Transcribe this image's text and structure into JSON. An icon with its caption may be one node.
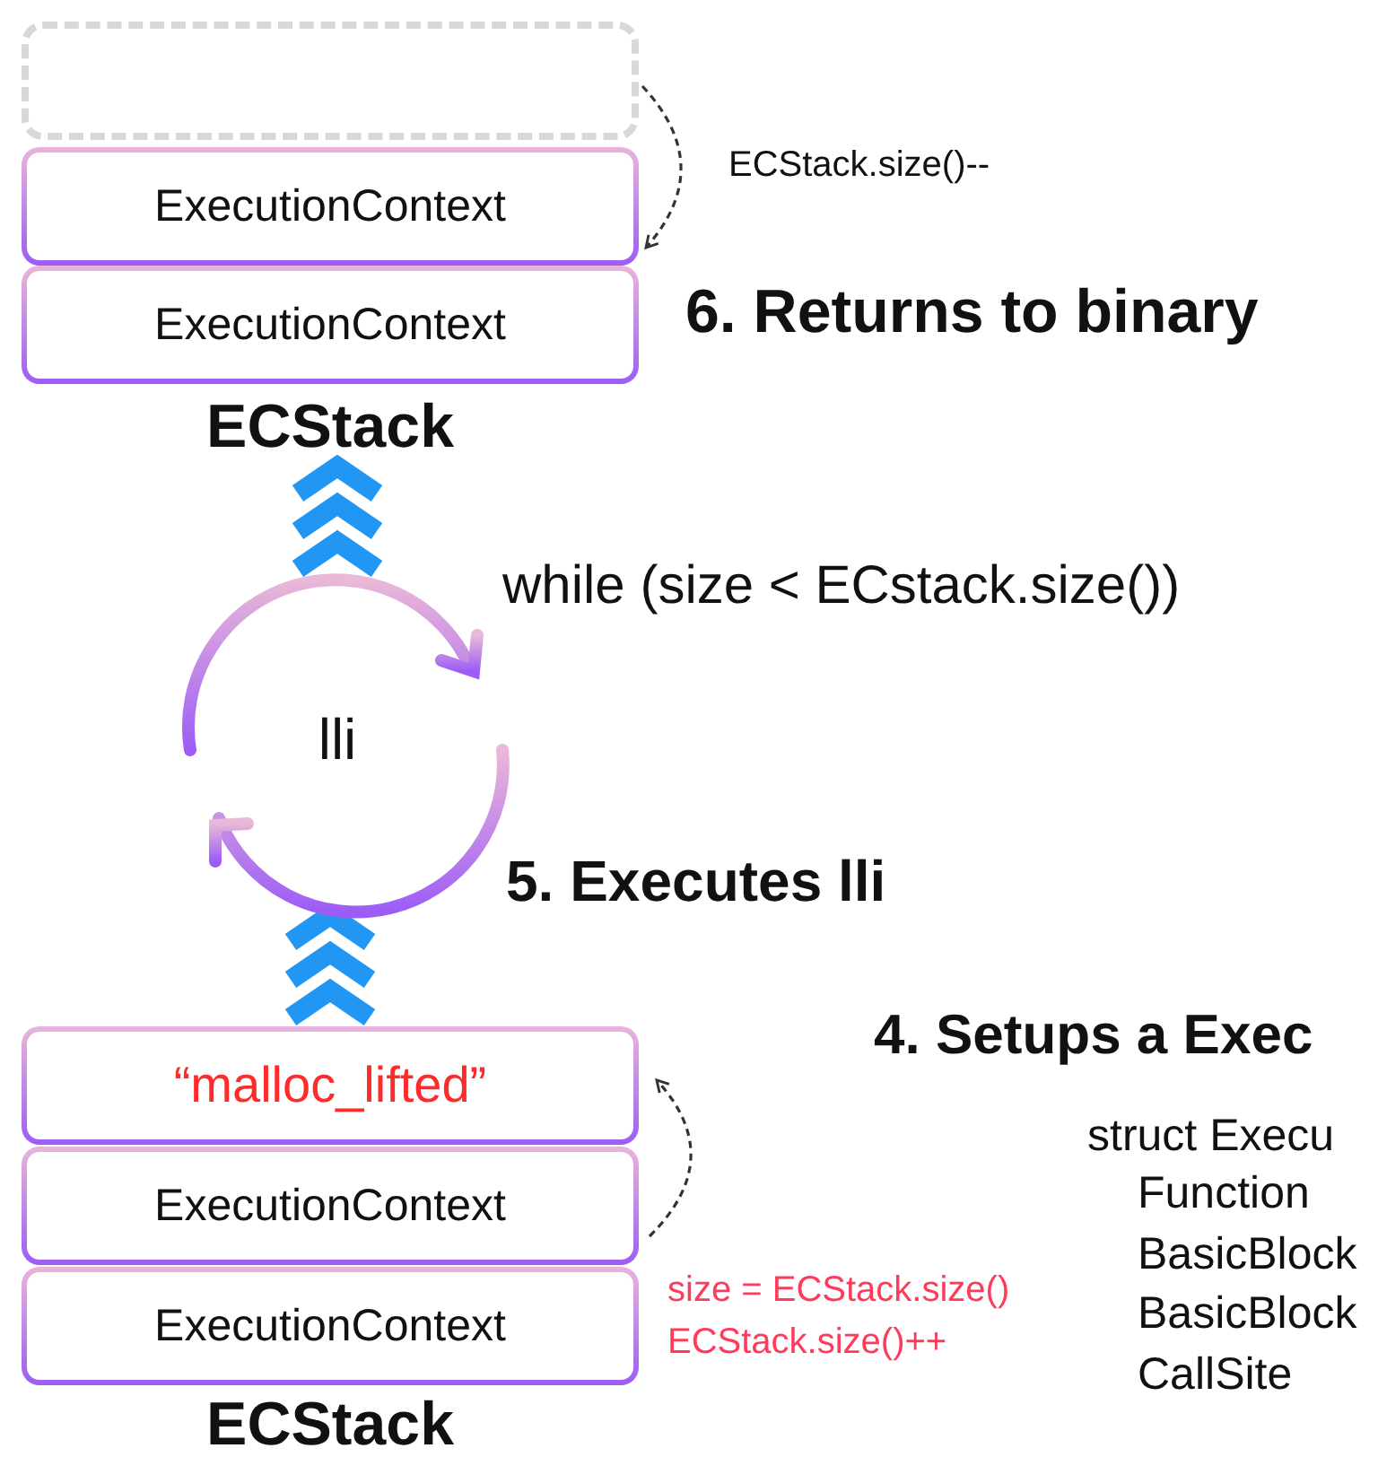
{
  "diagram": {
    "nodes": [
      {
        "text": [],
        "shape": "box"
      },
      {
        "text": [
          "ExecutionContext"
        ]
      },
      {
        "text": [
          "ExecutionContext"
        ],
        "beside": [
          "ECStack"
        ]
      },
      {
        "text": [
          "lli"
        ]
      },
      {
        "text": [
          "“malloc_lifted”"
        ]
      },
      {
        "text": [
          "ExecutionContext"
        ]
      },
      {
        "text": [
          "ExecutionContext"
        ],
        "beside": [
          "ECStack"
        ]
      }
    ],
    "edges": [
      {
        "from": 0,
        "to": 1,
        "arrow": "to",
        "style": "dashed",
        "label": "ECStack.size()--"
      },
      {
        "from": 3,
        "to": 2,
        "arrow": "to",
        "style": "thick",
        "color": "#2196f3"
      },
      {
        "from": 4,
        "to": 3,
        "arrow": "to",
        "style": "thick",
        "color": "#2196f3"
      },
      {
        "from": 5,
        "to": 4,
        "arrow": "to",
        "style": "dashed"
      }
    ],
    "labels": [
      "6. Returns to binary",
      "while (size < ECstack.size())",
      "5. Executes lli",
      "4. Setups a Exec",
      "size = ECStack.size()",
      "ECStack.size()++",
      "struct Execu",
      "Function",
      "BasicBlock",
      "BasicBlock",
      "CallSite"
    ]
  }
}
